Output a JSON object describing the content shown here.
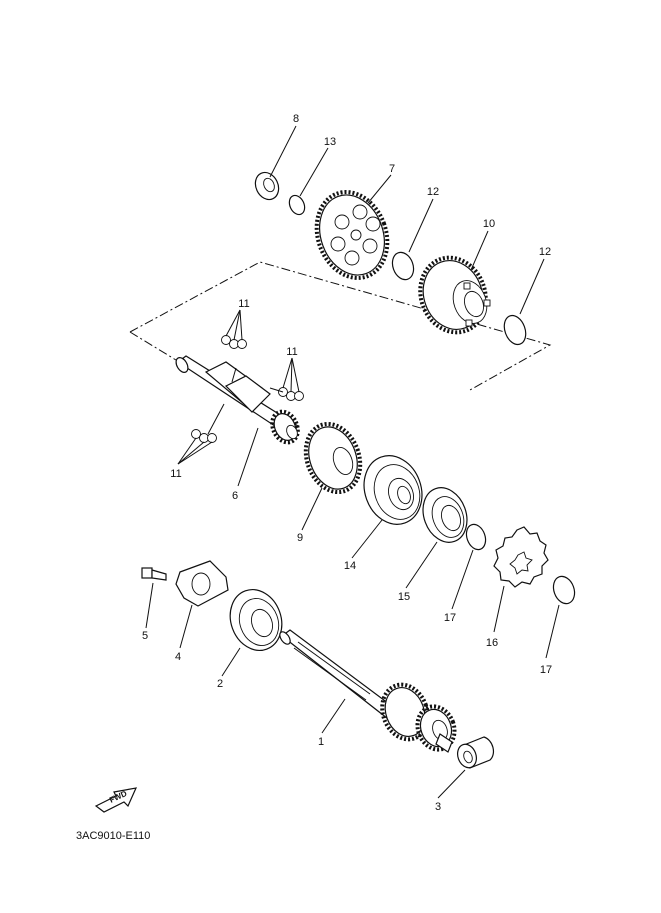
{
  "figure_code": "3AC9010-E110",
  "fwd_label": "FWD",
  "callouts": {
    "p1": "1",
    "p2": "2",
    "p3": "3",
    "p4": "4",
    "p5": "5",
    "p6": "6",
    "p7": "7",
    "p8": "8",
    "p9": "9",
    "p10": "10",
    "p11a": "11",
    "p11b": "11",
    "p11c": "11",
    "p12a": "12",
    "p12b": "12",
    "p13": "13",
    "p14": "14",
    "p15": "15",
    "p16": "16",
    "p17a": "17",
    "p17b": "17"
  }
}
